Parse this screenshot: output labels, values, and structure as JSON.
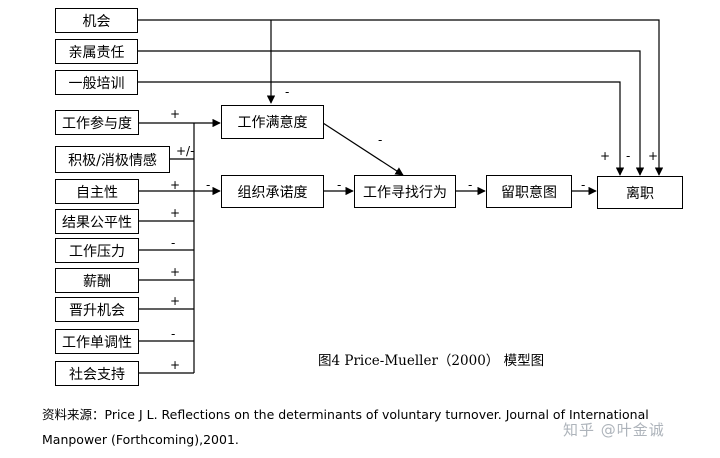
{
  "diagram": {
    "left_factors": {
      "opportunity": "机会",
      "kinship": "亲属责任",
      "training": "一般培训",
      "involvement": "工作参与度",
      "affectivity": "积极/消极情感",
      "autonomy": "自主性",
      "justice": "结果公平性",
      "stress": "工作压力",
      "pay": "薪酬",
      "promotion": "晋升机会",
      "routinization": "工作单调性",
      "support": "社会支持"
    },
    "mediators": {
      "satisfaction": "工作满意度",
      "commitment": "组织承诺度",
      "search": "工作寻找行为",
      "intent": "留职意图",
      "turnover": "离职"
    },
    "signs": {
      "involvement": "+",
      "affectivity": "+/-",
      "autonomy": "+",
      "justice": "+",
      "stress": "-",
      "pay": "+",
      "promotion": "+",
      "routinization": "-",
      "support": "+",
      "opportunity_to_satisfaction": "-",
      "satisfaction_to_search": "-",
      "to_commitment": "-",
      "commitment_to_search": "-",
      "search_to_intent": "-",
      "intent_to_turnover": "-",
      "training_to_turnover": "+",
      "kinship_to_turnover": "-",
      "opportunity_to_turnover": "+"
    }
  },
  "caption": "图4 Price-Mueller（2000） 模型图",
  "source_note": "资料来源：Price J L. Reflections on the determinants of voluntary turnover. Journal of International Manpower (Forthcoming),2001.",
  "watermark": "知乎 @叶金诚"
}
